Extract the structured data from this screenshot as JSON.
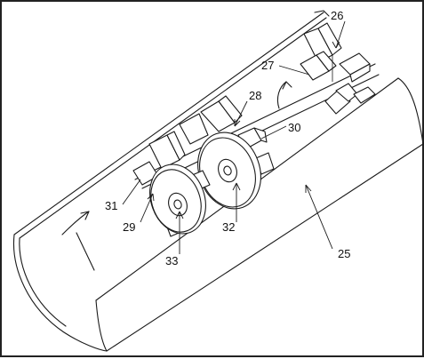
{
  "figure": {
    "labels": {
      "l25": "25",
      "l26": "26",
      "l27": "27",
      "l28": "28",
      "l29": "29",
      "l30": "30",
      "l31": "31",
      "l32": "32",
      "l33": "33"
    }
  }
}
